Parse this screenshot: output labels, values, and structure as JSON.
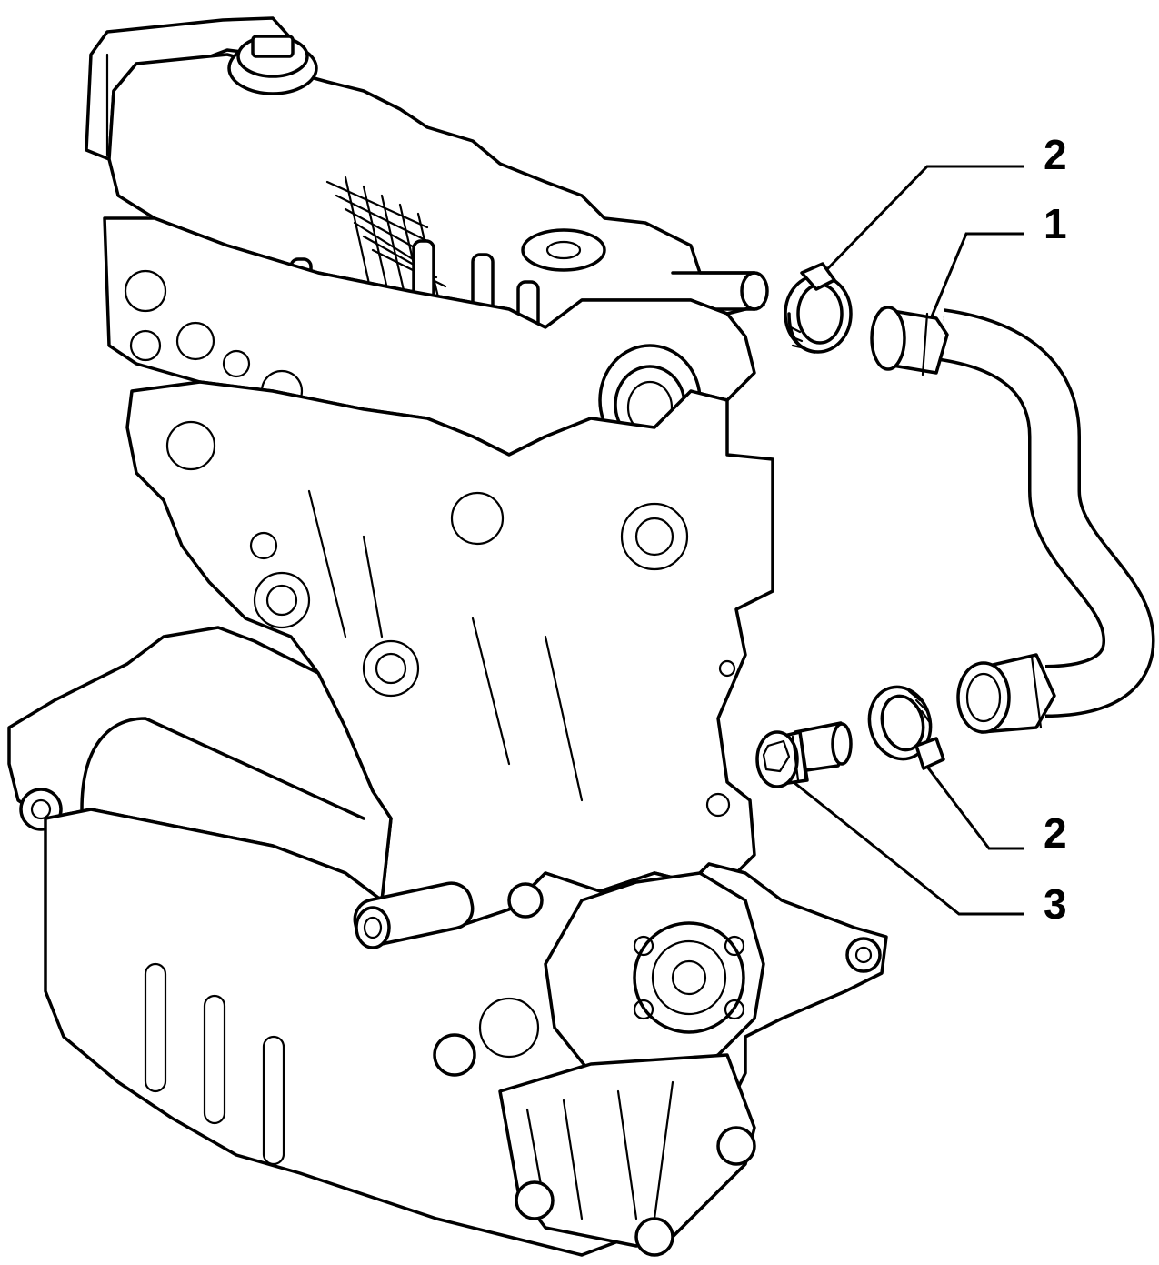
{
  "callouts": [
    {
      "id": "c2a",
      "text": "2"
    },
    {
      "id": "c1",
      "text": "1"
    },
    {
      "id": "c2b",
      "text": "2"
    },
    {
      "id": "c3",
      "text": "3"
    }
  ],
  "colors": {
    "ink": "#000000",
    "paper": "#ffffff"
  }
}
